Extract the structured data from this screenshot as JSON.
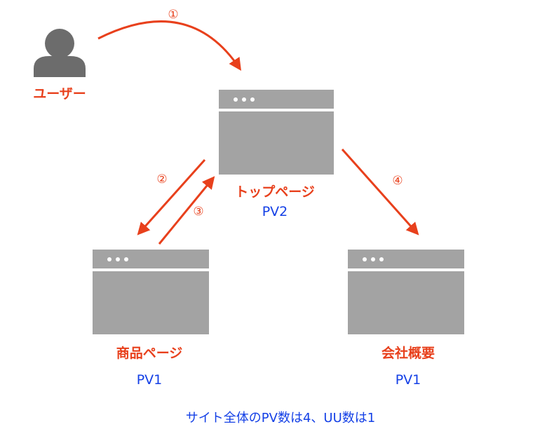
{
  "colors": {
    "accent_red": "#e8401c",
    "accent_blue": "#1440e6",
    "window_gray": "#a3a3a3",
    "user_gray": "#6c6c6c"
  },
  "user": {
    "label": "ユーザー",
    "icon": "user-icon"
  },
  "pages": {
    "top": {
      "name": "トップページ",
      "pv": "PV2"
    },
    "product": {
      "name": "商品ページ",
      "pv": "PV1"
    },
    "company": {
      "name": "会社概要",
      "pv": "PV1"
    }
  },
  "steps": [
    "①",
    "②",
    "③",
    "④"
  ],
  "summary": "サイト全体のPV数は4、UU数は1"
}
